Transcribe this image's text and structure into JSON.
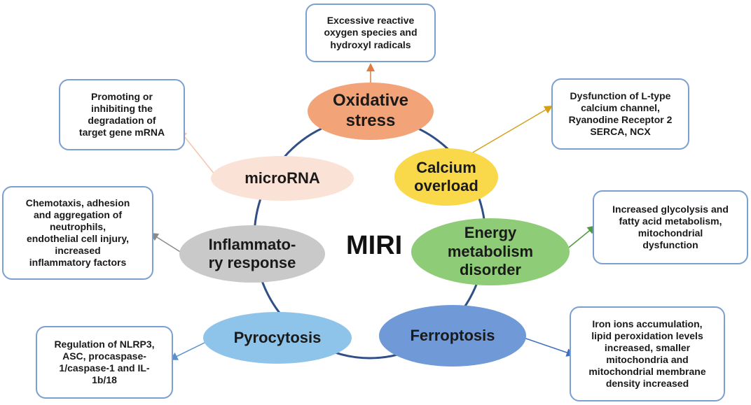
{
  "center": "MIRI",
  "mechanisms": {
    "oxidative": {
      "label": "Oxidative\nstress",
      "color": "#f2a478"
    },
    "calcium": {
      "label": "Calcium\noverload",
      "color": "#f9d84a"
    },
    "energy": {
      "label": "Energy\nmetabolism\ndisorder",
      "color": "#8fcc78"
    },
    "ferroptosis": {
      "label": "Ferroptosis",
      "color": "#6f9ad7"
    },
    "pyrocytosis": {
      "label": "Pyrocytosis",
      "color": "#8fc4ea"
    },
    "inflammatory": {
      "label": "Inflammato-\nry response",
      "color": "#c9c9c9"
    },
    "microrna": {
      "label": "microRNA",
      "color": "#fbe2d6"
    }
  },
  "descriptions": {
    "oxidative": "Excessive reactive\noxygen species and\nhydroxyl radicals",
    "calcium": "Dysfunction of L-type\ncalcium channel,\nRyanodine Receptor 2\nSERCA, NCX",
    "energy": "Increased glycolysis and\nfatty acid metabolism,\nmitochondrial\ndysfunction",
    "ferroptosis": "Iron ions accumulation,\nlipid peroxidation levels\nincreased, smaller\nmitochondria and\nmitochondrial membrane\ndensity increased",
    "pyrocytosis": "Regulation of NLRP3,\nASC, procaspase-\n1/caspase-1 and IL-\n1b/18",
    "inflammatory": "Chemotaxis, adhesion\nand aggregation of\nneutrophils,\nendothelial cell injury,\nincreased\ninflammatory factors",
    "microrna": "Promoting or\ninhibiting the\ndegradation of\ntarget gene mRNA"
  },
  "colors": {
    "ring": "#2f4f86",
    "box_border": "#7c9fd2",
    "arrow_oxidative": "#e07c40",
    "arrow_calcium": "#d4a017",
    "arrow_energy": "#4e9a3e",
    "arrow_ferroptosis": "#3f6fc0",
    "arrow_pyrocytosis": "#5a8fd0",
    "arrow_inflammatory": "#8a8a8a",
    "arrow_microrna": "#f4c6ad"
  }
}
